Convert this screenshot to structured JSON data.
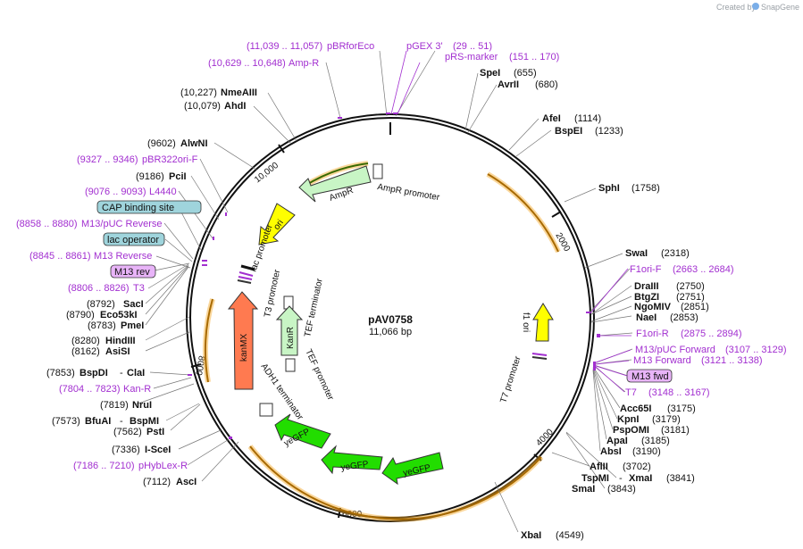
{
  "plasmid": {
    "name": "pAV0758",
    "length": "11,066 bp"
  },
  "credit": {
    "prefix": "Created by",
    "brand": "SnapGene"
  },
  "ticks": [
    "2000",
    "4000",
    "6000",
    "8000",
    "10,000"
  ],
  "features": {
    "ampr": "AmpR",
    "ampr_promoter": "AmpR promoter",
    "ori": "ori",
    "lac_promoter": "lac promoter",
    "t3_promoter": "T3 promoter",
    "tef_terminator": "TEF terminator",
    "kanr": "KanR",
    "tef_promoter": "TEF promoter",
    "kanmx": "kanMX",
    "adh1_terminator": "ADH1 terminator",
    "yegfp1": "yeGFP",
    "yegfp2": "yeGFP",
    "yegfp3": "yeGFP",
    "f1_ori": "f1 ori",
    "t7_promoter": "T7 promoter"
  },
  "left_labels": [
    {
      "pos": "(11,039 .. 11,057)",
      "name": "pBRforEco",
      "color": "purple"
    },
    {
      "pos": "(10,629 .. 10,648)",
      "name": "Amp-R",
      "color": "purple"
    },
    {
      "pos": "(10,227)",
      "name": "NmeAIII",
      "color": "black"
    },
    {
      "pos": "(10,079)",
      "name": "AhdI",
      "color": "black"
    },
    {
      "pos": "(9602)",
      "name": "AlwNI",
      "color": "black"
    },
    {
      "pos": "(9327 .. 9346)",
      "name": "pBR322ori-F",
      "color": "purple"
    },
    {
      "pos": "(9186)",
      "name": "PciI",
      "color": "black"
    },
    {
      "pos": "(9076 .. 9093)",
      "name": "L4440",
      "color": "purple"
    },
    {
      "pos": "(8858 .. 8880)",
      "name": "M13/pUC Reverse",
      "color": "purple"
    },
    {
      "pos": "(8845 .. 8861)",
      "name": "M13 Reverse",
      "color": "purple"
    },
    {
      "pos": "(8806 .. 8826)",
      "name": "T3",
      "color": "purple"
    },
    {
      "pos": "(8792)",
      "name": "SacI",
      "color": "black"
    },
    {
      "pos": "(8790)",
      "name": "Eco53kI",
      "color": "black"
    },
    {
      "pos": "(8783)",
      "name": "PmeI",
      "color": "black"
    },
    {
      "pos": "(8280)",
      "name": "HindIII",
      "color": "black"
    },
    {
      "pos": "(8162)",
      "name": "AsiSI",
      "color": "black"
    },
    {
      "pos": "(7804 .. 7823)",
      "name": "Kan-R",
      "color": "purple"
    },
    {
      "pos": "(7819)",
      "name": "NruI",
      "color": "black"
    },
    {
      "pos": "(7336)",
      "name": "I-SceI",
      "color": "black"
    },
    {
      "pos": "(7186 .. 7210)",
      "name": "pHybLex-R",
      "color": "purple"
    },
    {
      "pos": "(7112)",
      "name": "AscI",
      "color": "black"
    }
  ],
  "paired_left": [
    {
      "pos": "(7853)",
      "name": "BspDI",
      "sep": "-",
      "name2": "ClaI"
    },
    {
      "pos": "(7573)",
      "name": "BfuAI",
      "sep": "-",
      "name2": "BspMI"
    },
    {
      "pos": "(7562)",
      "name": "PstI"
    }
  ],
  "left_boxes": {
    "cap": "CAP binding site",
    "lac": "lac operator",
    "m13rev": "M13 rev"
  },
  "top_purple": [
    {
      "name": "pGEX 3'",
      "pos": "(29 .. 51)"
    },
    {
      "name": "pRS-marker",
      "pos": "(151 .. 170)"
    }
  ],
  "right_labels": [
    {
      "name": "SpeI",
      "pos": "(655)",
      "color": "black"
    },
    {
      "name": "AvrII",
      "pos": "(680)",
      "color": "black"
    },
    {
      "name": "AfeI",
      "pos": "(1114)",
      "color": "black"
    },
    {
      "name": "BspEI",
      "pos": "(1233)",
      "color": "black"
    },
    {
      "name": "SphI",
      "pos": "(1758)",
      "color": "black"
    },
    {
      "name": "SwaI",
      "pos": "(2318)",
      "color": "black"
    },
    {
      "name": "F1ori-F",
      "pos": "(2663 .. 2684)",
      "color": "purple"
    },
    {
      "name": "DraIII",
      "pos": "(2750)",
      "color": "black"
    },
    {
      "name": "BtgZI",
      "pos": "(2751)",
      "color": "black"
    },
    {
      "name": "NgoMIV",
      "pos": "(2851)",
      "color": "black"
    },
    {
      "name": "NaeI",
      "pos": "(2853)",
      "color": "black"
    },
    {
      "name": "F1ori-R",
      "pos": "(2875 .. 2894)",
      "color": "purple"
    },
    {
      "name": "M13/pUC Forward",
      "pos": "(3107 .. 3129)",
      "color": "purple"
    },
    {
      "name": "M13 Forward",
      "pos": "(3121 .. 3138)",
      "color": "purple"
    },
    {
      "name": "T7",
      "pos": "(3148 .. 3167)",
      "color": "purple"
    },
    {
      "name": "Acc65I",
      "pos": "(3175)",
      "color": "black"
    },
    {
      "name": "KpnI",
      "pos": "(3179)",
      "color": "black"
    },
    {
      "name": "PspOMI",
      "pos": "(3181)",
      "color": "black"
    },
    {
      "name": "ApaI",
      "pos": "(3185)",
      "color": "black"
    },
    {
      "name": "AbsI",
      "pos": "(3190)",
      "color": "black"
    },
    {
      "name": "AflII",
      "pos": "(3702)",
      "color": "black"
    },
    {
      "name": "SmaI",
      "pos": "(3843)",
      "color": "black"
    },
    {
      "name": "XbaI",
      "pos": "(4549)",
      "color": "black"
    }
  ],
  "right_boxes": {
    "m13fwd": "M13 fwd"
  },
  "paired_right": {
    "name": "TspMI",
    "sep": "-",
    "name2": "XmaI",
    "pos": "(3841)"
  },
  "colors": {
    "purple": "#a22fd0",
    "ampr": "#c8f5c5",
    "ori": "#ffff00",
    "kanmx": "#ff7a50",
    "yegfp": "#22dd00",
    "orf": "#f3a623",
    "box_blue": "#9fd4dc",
    "box_pink": "#e8b4f8"
  }
}
